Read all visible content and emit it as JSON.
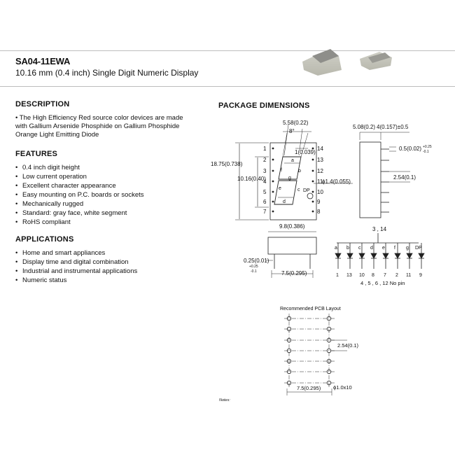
{
  "header": {
    "part_number": "SA04-11EWA",
    "subtitle": "10.16 mm (0.4 inch) Single Digit Numeric Display"
  },
  "description": {
    "heading": "DESCRIPTION",
    "text": "• The High Efficiency Red source color devices are made with Gallium Arsenide Phosphide on Gallium Phosphide Orange Light Emitting Diode"
  },
  "features": {
    "heading": "FEATURES",
    "items": [
      "0.4 inch digit height",
      "Low current operation",
      "Excellent character appearance",
      "Easy mounting on P.C. boards or sockets",
      "Mechanically rugged",
      "Standard: gray face, white segment",
      "RoHS compliant"
    ]
  },
  "applications": {
    "heading": "APPLICATIONS",
    "items": [
      "Home and smart appliances",
      "Display time and digital combination",
      "Industrial and instrumental applications",
      "Numeric status"
    ]
  },
  "package": {
    "heading": "PACKAGE DIMENSIONS",
    "front": {
      "dim_width": "5.58(0.22)",
      "angle": "8°",
      "dim_seg": "1(0.039)",
      "dim_height": "18.75(0.738)",
      "dim_digit": "10.16(0.40)",
      "dim_dp": "ϕ1.4(0.055)",
      "pins_left": [
        "1",
        "2",
        "3",
        "4",
        "5",
        "6",
        "7"
      ],
      "pins_right": [
        "14",
        "13",
        "12",
        "11",
        "10",
        "9",
        "8"
      ],
      "segments": [
        "a",
        "b",
        "c",
        "d",
        "e",
        "f",
        "g"
      ],
      "dp_label": "DP"
    },
    "side": {
      "dim_top": "5.08(0.2)",
      "dim_top2": "4(0.157)±0.5",
      "dim_pin": "0.5(0.02)",
      "tol_plus": "+0.25",
      "tol_minus": "-0.1",
      "dim_pitch": "2.54(0.1)"
    },
    "bottom": {
      "dim_width": "9.8(0.386)",
      "dim_pin": "0.25(0.01)",
      "tol_plus": "+0.25",
      "tol_minus": "-0.1",
      "dim_row": "7.5(0.295)"
    },
    "circuit": {
      "common": "3 , 14",
      "labels": [
        "a",
        "b",
        "c",
        "d",
        "e",
        "f",
        "g",
        "DP"
      ],
      "pins": [
        "1",
        "13",
        "10",
        "8",
        "7",
        "2",
        "11",
        "9"
      ],
      "no_pin": "4 , 5 , 6 , 12  No pin"
    },
    "pcb": {
      "title": "Recommended PCB Layout",
      "dim_pitch": "2.54(0.1)",
      "dim_row": "7.5(0.295)",
      "dim_hole": "ϕ1.0x10"
    },
    "notes": "Notes:"
  }
}
